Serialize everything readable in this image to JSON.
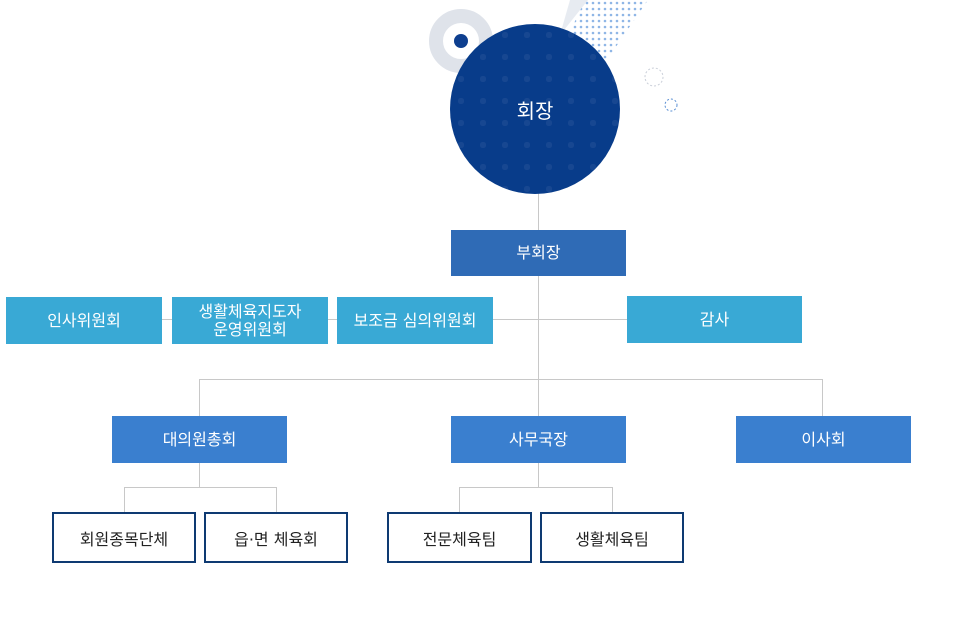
{
  "org": {
    "chairman": "회장",
    "vice_chairman": "부회장",
    "committees": [
      "인사위원회",
      "생활체육지도자\n운영위원회",
      "보조금 심의위원회"
    ],
    "audit": "감사",
    "level2": {
      "general_assembly": "대의원총회",
      "secretary_general": "사무국장",
      "board": "이사회"
    },
    "under_assembly": [
      "회원종목단체",
      "읍·면 체육회"
    ],
    "under_secretary": [
      "전문체육팀",
      "생활체육팀"
    ]
  },
  "colors": {
    "chairman": "#083c8a",
    "light_box": "#39a9d5",
    "mid_box": "#3a7fcf",
    "dark_box": "#2f6bb6",
    "outline": "#0e3a72",
    "connector": "#c8c8c8"
  }
}
